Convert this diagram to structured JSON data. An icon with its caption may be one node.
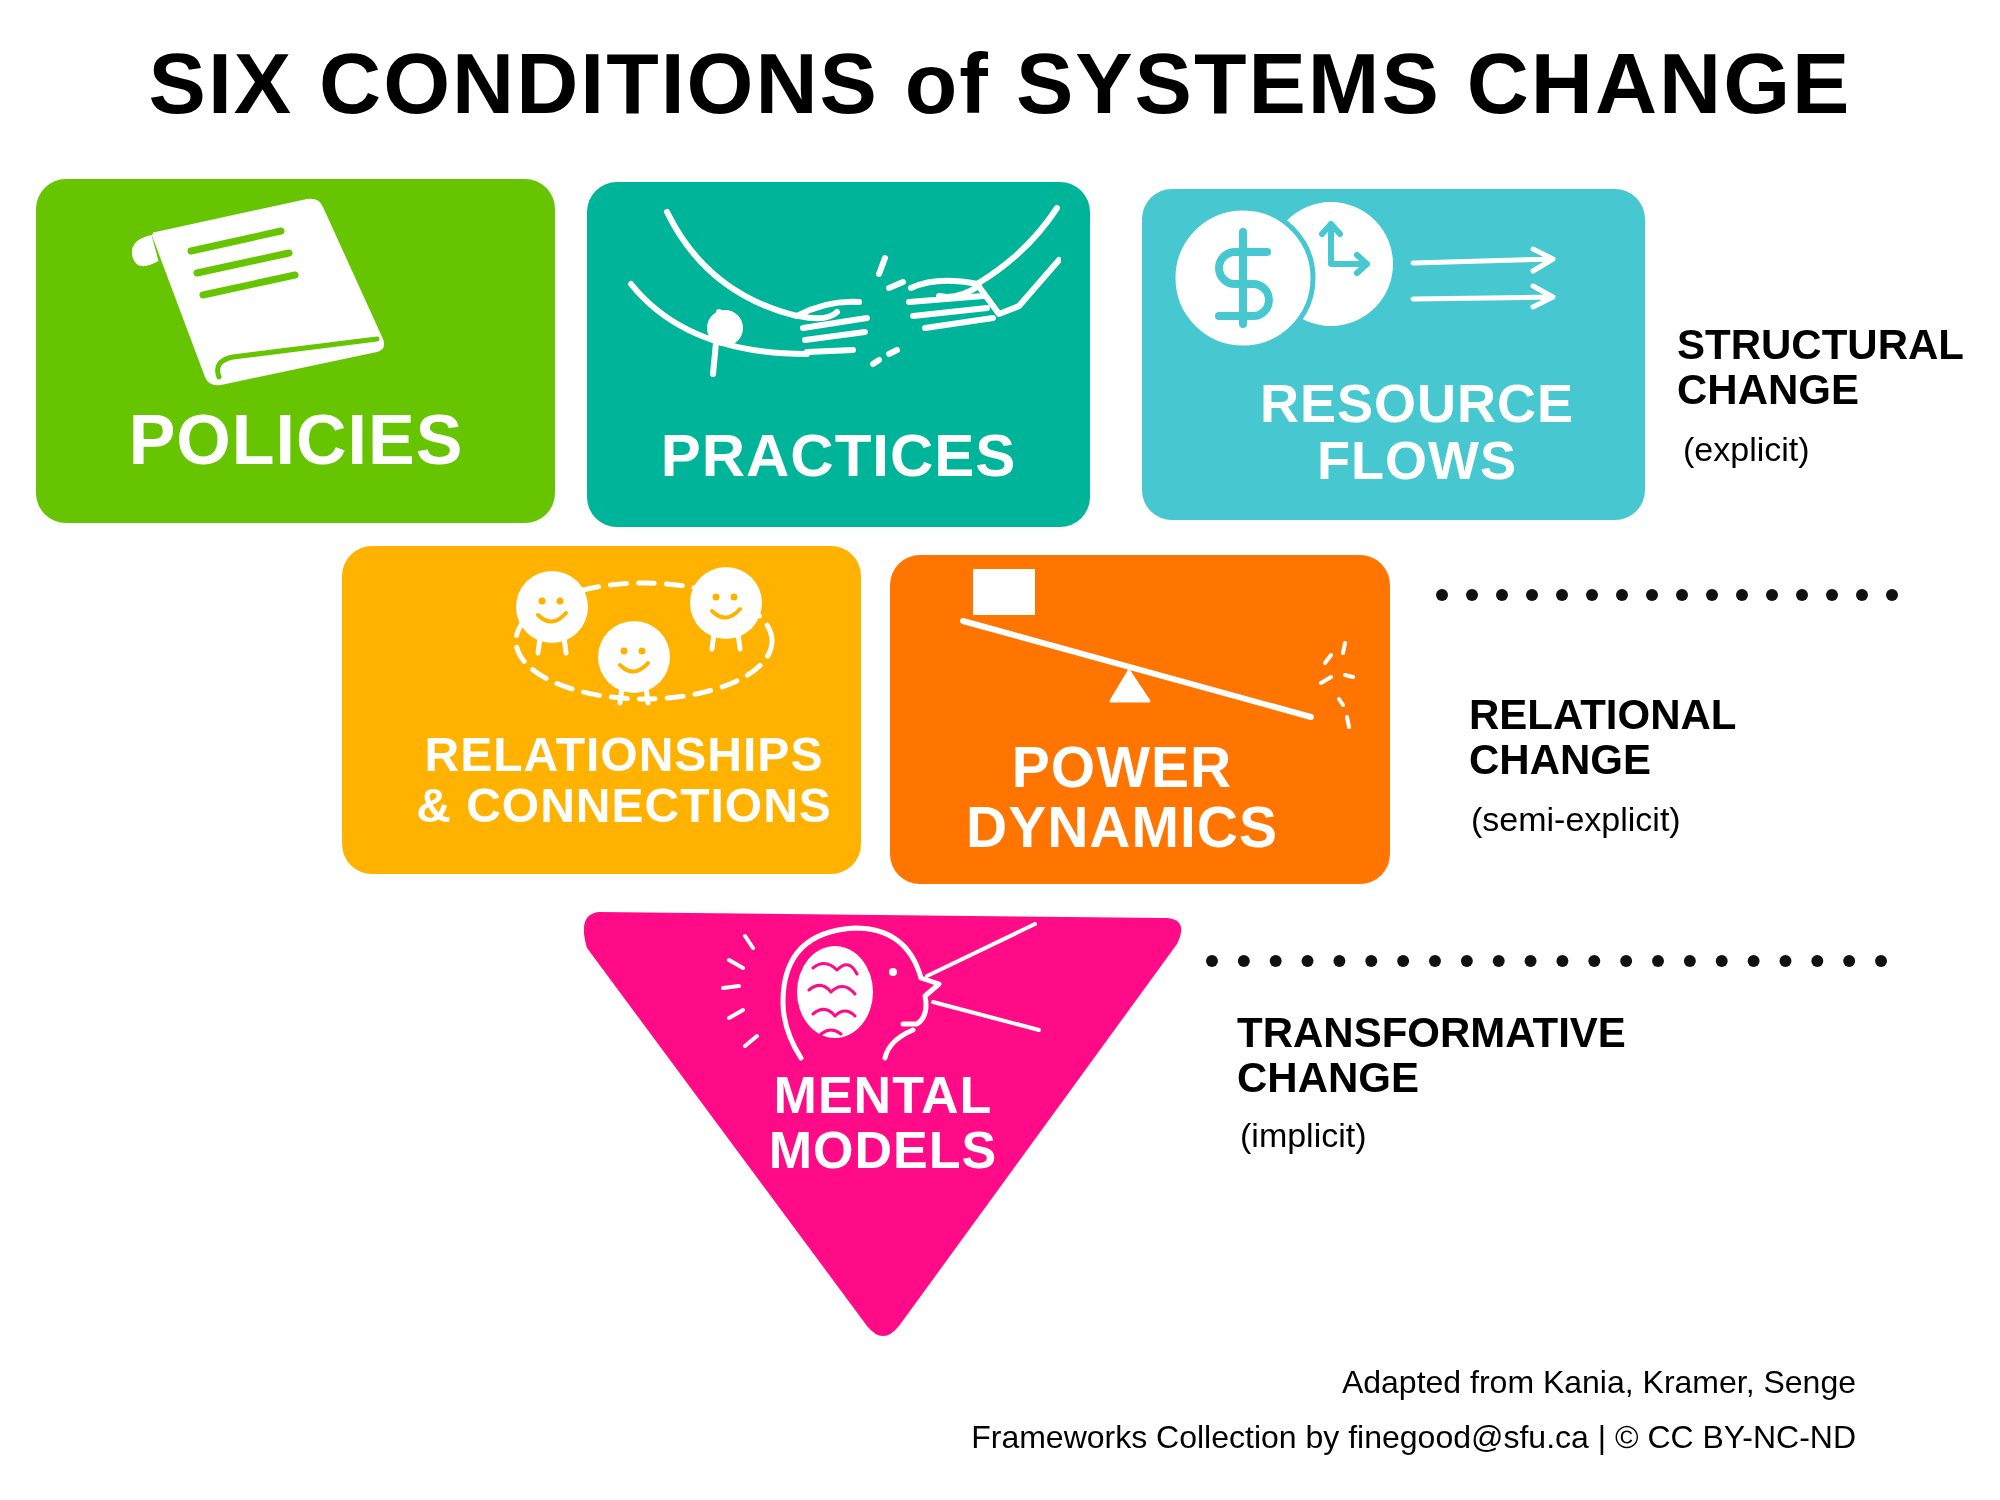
{
  "diagram": {
    "title": "SIX CONDITIONS of SYSTEMS CHANGE",
    "nodes": [
      {
        "text": [
          "POLICIES"
        ]
      },
      {
        "text": [
          "PRACTICES"
        ]
      },
      {
        "text": [
          "RESOURCE FLOWS"
        ]
      },
      {
        "text": [
          "RELATIONSHIPS & CONNECTIONS"
        ]
      },
      {
        "text": [
          "POWER DYNAMICS"
        ]
      },
      {
        "text": [
          "MENTAL MODELS"
        ]
      }
    ],
    "labels": [
      "STRUCTURAL CHANGE",
      "(explicit)",
      "RELATIONAL CHANGE",
      "(semi-explicit)",
      "TRANSFORMATIVE CHANGE",
      "(implicit)",
      "Adapted from Kania, Kramer, Senge",
      "Frameworks Collection by finegood@sfu.ca | © CC BY-NC-ND"
    ]
  }
}
